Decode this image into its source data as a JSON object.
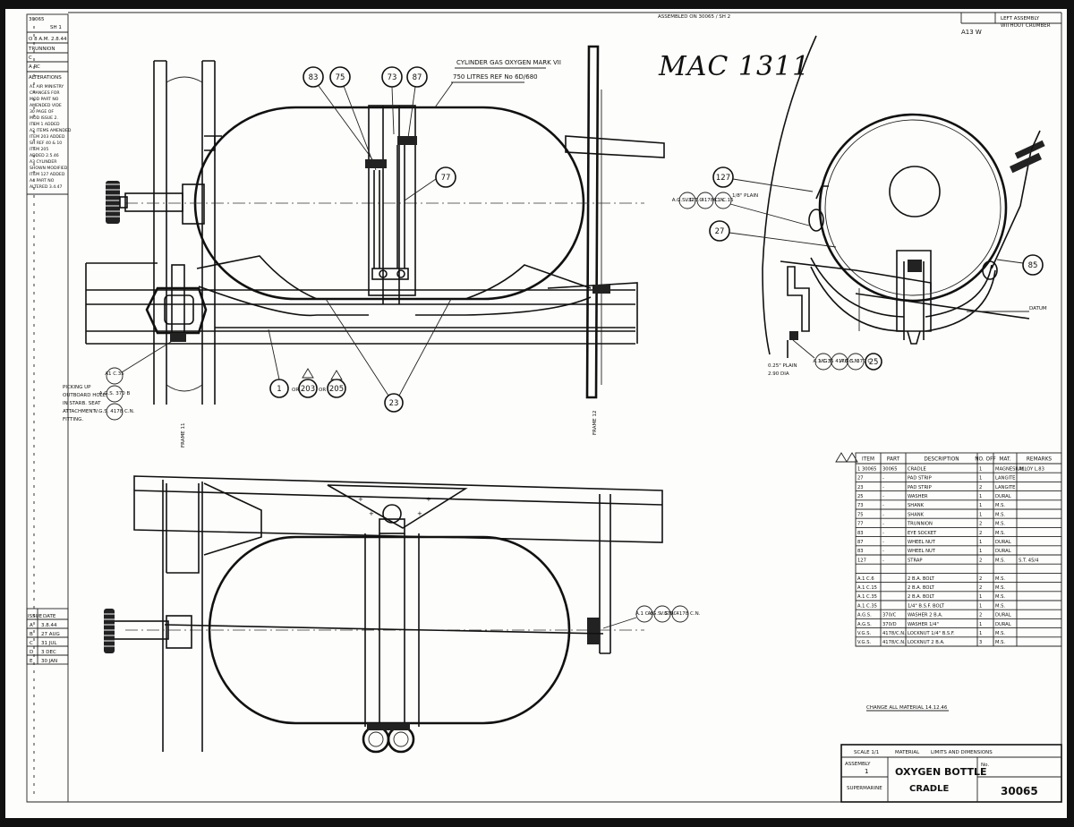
{
  "drawing_id": "MAC 1311",
  "top_strip": {
    "mid_text": "ASSEMBLED ON 30065 / SH 2",
    "right_text_1": "LEFT ASSEMBLY",
    "right_text_2": "WITHOUT CRUMBER",
    "right_text_3": "A13 W"
  },
  "revision_column": {
    "header": "30065",
    "sheet_label": "SH 1",
    "lines": [
      "O 8 A.M. 2.8.44",
      "TRUNNION",
      "C",
      "A RC"
    ],
    "notes_title": "ALTERATIONS",
    "notes": [
      "A1 AIR MINISTRY",
      "CHANGES FOR",
      "MOD PART NO",
      "AMENDED VIDE",
      "30 PAGE OF",
      "MOD ISSUE 2.",
      "ITEM 1 ADDED",
      "A2 ITEMS AMENDED",
      "ITEM 203 ADDED",
      "SH REF 40 & 10",
      "ITEM 205",
      "ADDED 2.5.46",
      "A3 CYLINDER",
      "SHOWN MODIFIED",
      "ITEM 127 ADDED",
      "A4 PART NO",
      "ALTERED 3.4.47"
    ]
  },
  "issue_table": {
    "headers": [
      "ISSUE",
      "DATE"
    ],
    "rows": [
      [
        "A",
        "3.8.44"
      ],
      [
        "B",
        "27 AUG"
      ],
      [
        "C",
        "31 JUL"
      ],
      [
        "D",
        "3 DEC"
      ],
      [
        "E",
        "30 JAN"
      ]
    ]
  },
  "callouts": {
    "cylinder_title": "CYLINDER GAS OXYGEN MARK VII",
    "cylinder_sub": "750 LITRES REF No 6D/680",
    "balloons_elevation": [
      "83",
      "75",
      "73",
      "87",
      "77",
      "1",
      "203",
      "205",
      "23"
    ],
    "or_text": "OR",
    "balloons_end_view": [
      "127",
      "27",
      "85",
      "25"
    ],
    "pick_up_note": [
      "PICKING UP",
      "OUTBOARD HOLE",
      "IN STARB. SEAT",
      "ATTACHMENT",
      "FITTING."
    ],
    "bolt_refs_left": [
      "A1 C.35",
      "A.G.S. 370 B",
      "V.G.S. 4178 C.N."
    ],
    "bolt_refs_end_top": [
      "A.G.S. 370 C",
      "V.G.S. 4178 C.N.",
      "A.1 C.15"
    ],
    "note_end_top": "1/8\" PLAIN",
    "bolt_refs_end_bottom": [
      "A.1 C.35",
      "V.G.S. 4178 C.N.",
      "A.G.S. 370 C"
    ],
    "dim_end_bottom": [
      "0.25\" PLAIN",
      "2.90 DIA"
    ],
    "datum_text": "DATUM",
    "bolt_refs_plan": [
      "A.1 C.6",
      "A.G.S. 370C",
      "V.G.S. 4178 C.N."
    ],
    "frame_labels": [
      "FRAME 11",
      "FRAME 12"
    ],
    "change_note": "CHANGE ALL MATERIAL 14.12.46"
  },
  "parts_table": {
    "headers": [
      "ITEM",
      "PART",
      "DESCRIPTION",
      "NO. OFF",
      "MAT.",
      "REMARKS"
    ],
    "rows": [
      [
        "1 30065",
        "30065",
        "CRADLE",
        "1",
        "MAGNESIUM",
        "ALLOY L.83"
      ],
      [
        "27",
        "-",
        "PAD STRIP",
        "1",
        "LANGITE",
        ""
      ],
      [
        "23",
        "-",
        "PAD STRIP",
        "2",
        "LANGITE",
        ""
      ],
      [
        "25",
        "-",
        "WASHER",
        "1",
        "DURAL",
        ""
      ],
      [
        "73",
        "-",
        "SHANK",
        "1",
        "M.S.",
        ""
      ],
      [
        "75",
        "-",
        "SHANK",
        "1",
        "M.S.",
        ""
      ],
      [
        "77",
        "-",
        "TRUNNION",
        "2",
        "M.S.",
        ""
      ],
      [
        "83",
        "-",
        "EYE SOCKET",
        "2",
        "M.S.",
        ""
      ],
      [
        "87",
        "-",
        "WHEEL NUT",
        "1",
        "DURAL",
        ""
      ],
      [
        "83",
        "-",
        "WHEEL NUT",
        "1",
        "DURAL",
        ""
      ],
      [
        "127",
        "-",
        "STRAP",
        "2",
        "M.S.",
        "S.T. 45/4"
      ],
      [
        "",
        "",
        "",
        "",
        "",
        ""
      ],
      [
        "A.1 C.6",
        "",
        "2 B.A. BOLT",
        "2",
        "M.S.",
        ""
      ],
      [
        "A.1 C.15",
        "",
        "2 B.A. BOLT",
        "2",
        "M.S.",
        ""
      ],
      [
        "A.1 C.35",
        "",
        "2 B.A. BOLT",
        "1",
        "M.S.",
        ""
      ],
      [
        "A.1 C.35",
        "",
        "1/4\" B.S.F. BOLT",
        "1",
        "M.S.",
        ""
      ],
      [
        "A.G.S.",
        "370/C",
        "WASHER 2 B.A.",
        "2",
        "DURAL",
        ""
      ],
      [
        "A.G.S.",
        "370/D",
        "WASHER 1/4\"",
        "1",
        "DURAL",
        ""
      ],
      [
        "V.G.S.",
        "4178/C.N.",
        "LOCKNUT 1/4\" B.S.F.",
        "1",
        "M.S.",
        ""
      ],
      [
        "V.G.S.",
        "4178/C.N.",
        "LOCKNUT 2 B.A.",
        "3",
        "M.S.",
        ""
      ]
    ]
  },
  "title_block": {
    "scale": "SCALE  1/1",
    "material_label": "MATERIAL",
    "dims_label": "LIMITS AND DIMENSIONS",
    "assembly_label": "ASSEMBLY",
    "title_main": "OXYGEN BOTTLE",
    "title_sub": "CRADLE",
    "number_label": "No.",
    "left_code": "1",
    "supermarine": "SUPERMARINE",
    "drawing_no": "30065"
  }
}
